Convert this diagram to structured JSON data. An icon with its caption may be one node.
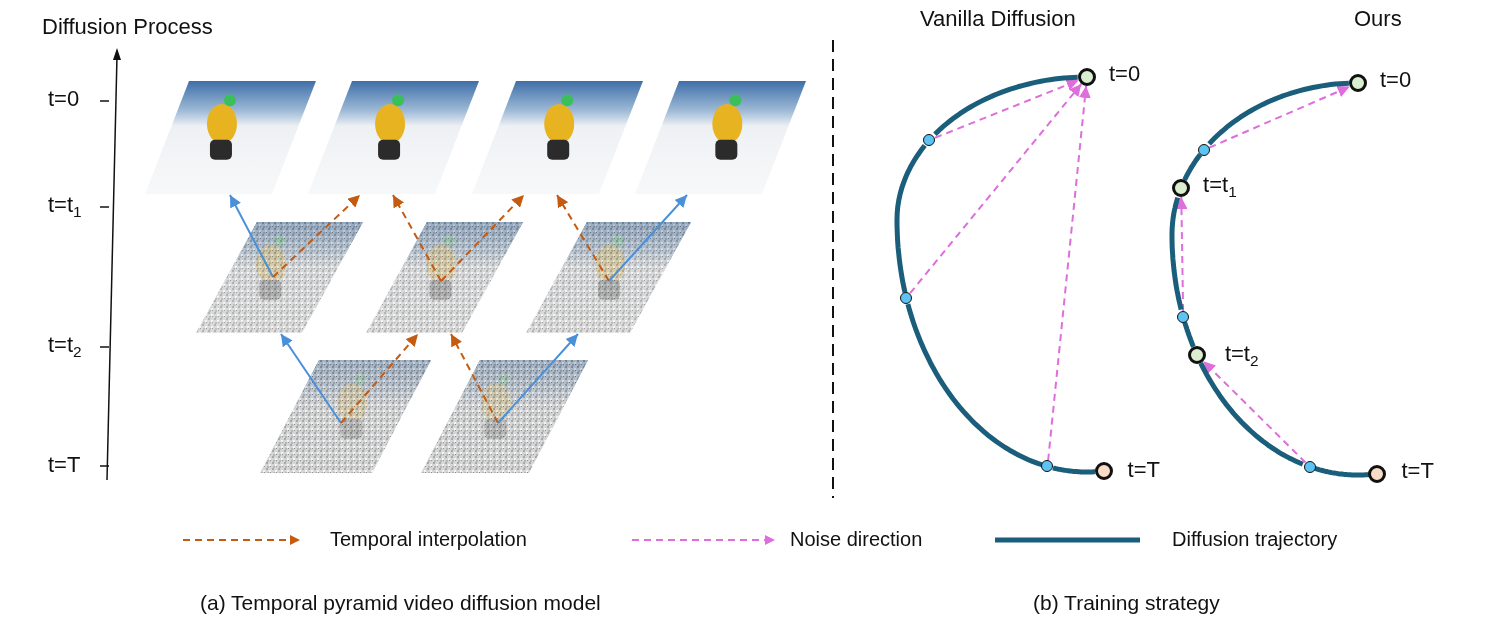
{
  "diagram": {
    "nodes": [
      {
        "text": [],
        "shape": "picture"
      },
      {
        "text": [],
        "shape": "picture"
      },
      {
        "text": [],
        "shape": "picture"
      },
      {
        "text": [],
        "shape": "picture"
      },
      {
        "text": [],
        "shape": "picture"
      },
      {
        "text": [],
        "shape": "picture"
      },
      {
        "text": [],
        "shape": "picture"
      },
      {
        "text": [],
        "shape": "picture"
      },
      {
        "text": [],
        "shape": "picture"
      },
      {
        "text": [],
        "shape": "circle",
        "beside": [
          "t=0"
        ]
      },
      {
        "text": [],
        "shape": "circle"
      },
      {
        "text": [],
        "shape": "circle"
      },
      {
        "text": [],
        "shape": "circle"
      },
      {
        "text": [],
        "shape": "circle",
        "beside": [
          "t=T"
        ]
      },
      {
        "text": [],
        "shape": "circle",
        "beside": [
          "t=0"
        ]
      },
      {
        "text": [],
        "shape": "circle"
      },
      {
        "text": [],
        "shape": "circle",
        "beside": [
          "t=t$_{1}$"
        ]
      },
      {
        "text": [],
        "shape": "circle"
      },
      {
        "text": [],
        "shape": "circle",
        "beside": [
          "t=t$_{2}$"
        ]
      },
      {
        "text": [],
        "shape": "circle"
      },
      {
        "text": [],
        "shape": "circle",
        "beside": [
          "t=T"
        ]
      }
    ],
    "edges": [
      {
        "from": 4,
        "to": 0,
        "arrow": "to",
        "color": "#4a90d9"
      },
      {
        "from": 4,
        "to": 1,
        "arrow": "to",
        "style": "dashed",
        "color": "#c55a11"
      },
      {
        "from": 5,
        "to": 1,
        "arrow": "to",
        "style": "dashed",
        "color": "#c55a11"
      },
      {
        "from": 5,
        "to": 2,
        "arrow": "to",
        "style": "dashed",
        "color": "#c55a11"
      },
      {
        "from": 6,
        "to": 2,
        "arrow": "to",
        "style": "dashed",
        "color": "#c55a11"
      },
      {
        "from": 6,
        "to": 3,
        "arrow": "to",
        "color": "#4a90d9"
      },
      {
        "from": 7,
        "to": 4,
        "arrow": "to",
        "color": "#4a90d9"
      },
      {
        "from": 7,
        "to": 5,
        "arrow": "to",
        "style": "dashed",
        "color": "#c55a11"
      },
      {
        "from": 8,
        "to": 5,
        "arrow": "to",
        "style": "dashed",
        "color": "#c55a11"
      },
      {
        "from": 8,
        "to": 6,
        "arrow": "to",
        "color": "#4a90d9"
      },
      {
        "from": 10,
        "to": 9,
        "arrow": "to",
        "style": "dashed",
        "color": "#dd6edb"
      },
      {
        "from": 11,
        "to": 9,
        "arrow": "to",
        "style": "dashed",
        "color": "#dd6edb"
      },
      {
        "from": 12,
        "to": 9,
        "arrow": "to",
        "style": "dashed",
        "color": "#dd6edb"
      },
      {
        "from": 15,
        "to": 14,
        "arrow": "to",
        "style": "dashed",
        "color": "#dd6edb"
      },
      {
        "from": 17,
        "to": 16,
        "arrow": "to",
        "style": "dashed",
        "color": "#dd6edb"
      },
      {
        "from": 19,
        "to": 18,
        "arrow": "to",
        "style": "dashed",
        "color": "#dd6edb"
      },
      {
        "from": 13,
        "to": 12,
        "arrow": "none",
        "style": "thick",
        "color": "#1b5e7b"
      },
      {
        "from": 12,
        "to": 11,
        "arrow": "none",
        "style": "thick",
        "color": "#1b5e7b"
      },
      {
        "from": 11,
        "to": 10,
        "arrow": "none",
        "style": "thick",
        "color": "#1b5e7b"
      },
      {
        "from": 10,
        "to": 9,
        "arrow": "none",
        "style": "thick",
        "color": "#1b5e7b"
      },
      {
        "from": 20,
        "to": 19,
        "arrow": "none",
        "style": "thick",
        "color": "#1b5e7b"
      },
      {
        "from": 19,
        "to": 18,
        "arrow": "none",
        "style": "thick",
        "color": "#1b5e7b"
      },
      {
        "from": 18,
        "to": 17,
        "arrow": "none",
        "style": "thick",
        "color": "#1b5e7b"
      },
      {
        "from": 17,
        "to": 16,
        "arrow": "none",
        "style": "thick",
        "color": "#1b5e7b"
      },
      {
        "from": 16,
        "to": 15,
        "arrow": "none",
        "style": "thick",
        "color": "#1b5e7b"
      },
      {
        "from": 15,
        "to": 14,
        "arrow": "none",
        "style": "thick",
        "color": "#1b5e7b"
      }
    ],
    "labels": [
      "Diffusion Process",
      "Vanilla Diffusion",
      "Ours",
      "t=0",
      "t=t$_{1}$",
      "t=t$_{2}$",
      "t=T",
      "(a) Temporal pyramid video diffusion model",
      "(b) Training strategy"
    ],
    "legend": [
      {
        "text": "Temporal interpolation"
      },
      {
        "text": "Noise direction"
      },
      {
        "text": "Diffusion trajectory"
      }
    ]
  }
}
